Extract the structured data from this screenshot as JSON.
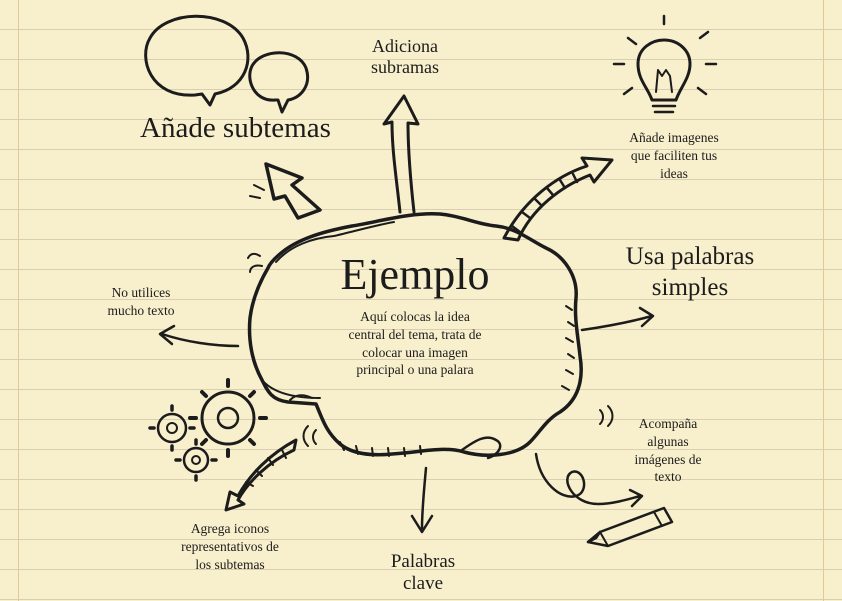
{
  "center": {
    "title": "Ejemplo",
    "description_lines": [
      "Aquí colocas la idea",
      "central del tema, trata de",
      "colocar una imagen",
      "principal o una palara"
    ]
  },
  "branches": {
    "add_subtopics": "Añade subtemas",
    "add_branches": [
      "Adiciona",
      "subramas"
    ],
    "add_images": [
      "Añade imagenes",
      "que faciliten tus",
      "ideas"
    ],
    "simple_words": [
      "Usa palabras",
      "simples"
    ],
    "little_text": [
      "No utilices",
      "mucho texto"
    ],
    "image_text": [
      "Acompaña",
      "algunas",
      "imágenes de",
      "texto"
    ],
    "icons": [
      "Agrega iconos",
      "representativos de",
      "los subtemas"
    ],
    "keywords": [
      "Palabras",
      "clave"
    ]
  },
  "icons": [
    "speech-bubbles-icon",
    "lightbulb-icon",
    "gears-icon",
    "pencil-icon"
  ],
  "colors": {
    "paper": "#f8efcc",
    "ink": "#1c1c1c",
    "rule": "#d9cfb0",
    "margin": "#e2c98f"
  }
}
